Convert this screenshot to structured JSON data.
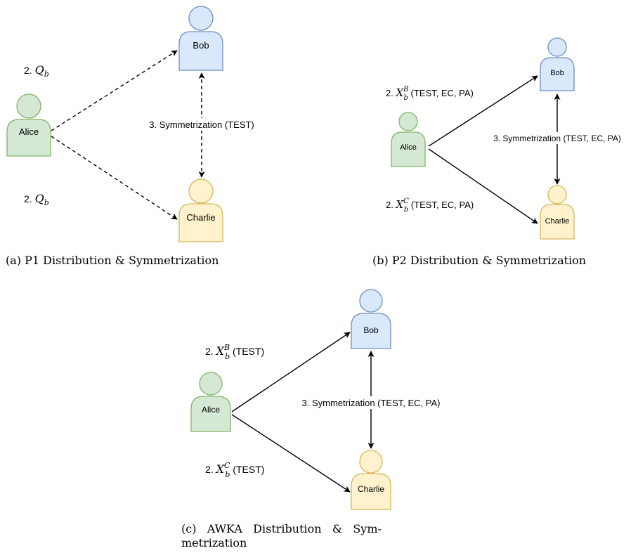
{
  "panels": {
    "a": {
      "caption": "(a) P1 Distribution & Symmetrization",
      "nodes": {
        "alice": "Alice",
        "bob": "Bob",
        "charlie": "Charlie"
      },
      "edge_ab": {
        "prefix": "2. ",
        "var": "Q",
        "sub": "b",
        "sup": "",
        "suffix": ""
      },
      "edge_ac": {
        "prefix": "2. ",
        "var": "Q",
        "sub": "b",
        "sup": "",
        "suffix": ""
      },
      "sym": "3. Symmetrization (TEST)"
    },
    "b": {
      "caption": "(b) P2 Distribution & Symmetrization",
      "nodes": {
        "alice": "Alice",
        "bob": "Bob",
        "charlie": "Charlie"
      },
      "edge_ab": {
        "prefix": "2. ",
        "var": "X",
        "sub": "b",
        "sup": "B",
        "suffix": " (TEST, EC, PA)"
      },
      "edge_ac": {
        "prefix": "2. ",
        "var": "X",
        "sub": "b",
        "sup": "C",
        "suffix": " (TEST, EC, PA)"
      },
      "sym": "3. Symmetrization (TEST, EC, PA)"
    },
    "c": {
      "caption_line1": "(c)   AWKA   Distribution   &   Sym-",
      "caption_line2": "metrization",
      "nodes": {
        "alice": "Alice",
        "bob": "Bob",
        "charlie": "Charlie"
      },
      "edge_ab": {
        "prefix": "2. ",
        "var": "X",
        "sub": "b",
        "sup": "B",
        "suffix": " (TEST)"
      },
      "edge_ac": {
        "prefix": "2. ",
        "var": "X",
        "sub": "b",
        "sup": "C",
        "suffix": " (TEST)"
      },
      "sym": "3. Symmetrization (TEST, EC, PA)"
    }
  },
  "colors": {
    "bob_fill": "#dae8fc",
    "bob_stroke": "#6c8ebf",
    "alice_fill": "#d5e8d4",
    "alice_stroke": "#82b366",
    "charlie_fill": "#fff2cc",
    "charlie_stroke": "#d6b656"
  }
}
